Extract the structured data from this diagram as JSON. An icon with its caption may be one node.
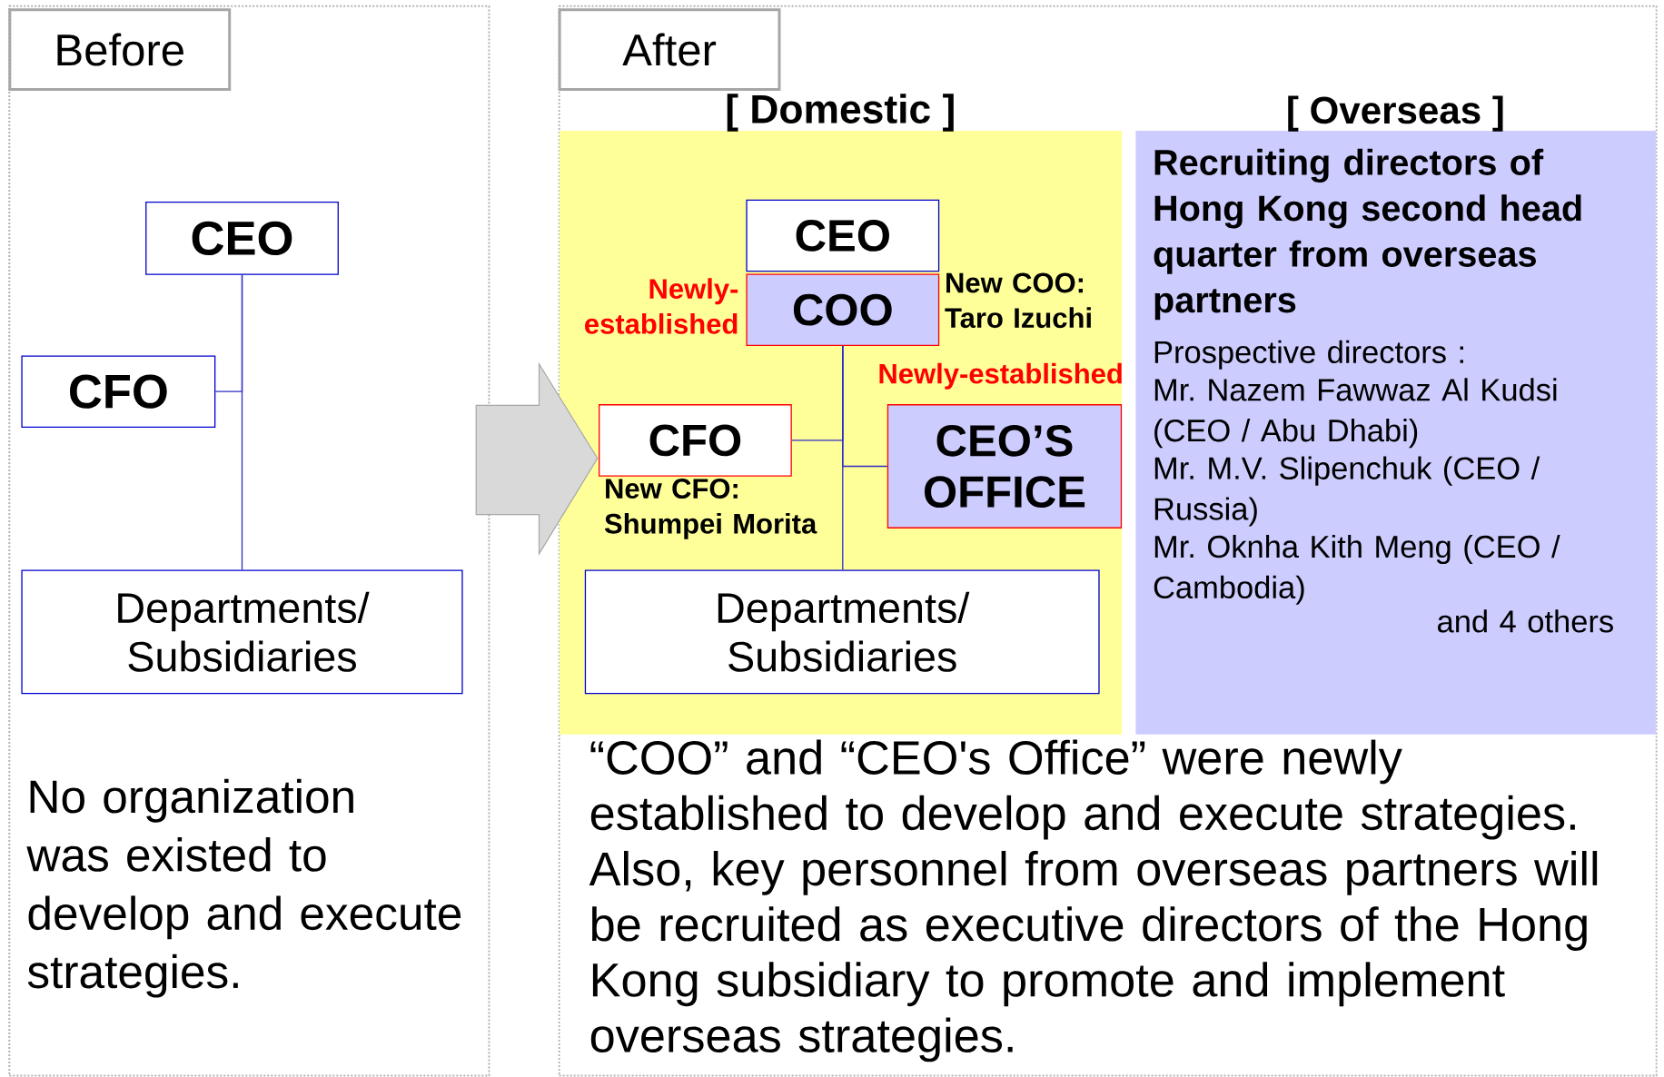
{
  "diagram": {
    "nodes": [
      {
        "text": [],
        "shape": "box"
      },
      {
        "text": [
          "Before"
        ],
        "in": 0
      },
      {
        "text": [
          "CEO"
        ],
        "in": 0
      },
      {
        "text": [
          "CFO"
        ],
        "in": 0
      },
      {
        "text": [
          "Departments/ Subsidiaries"
        ],
        "in": 0
      },
      {
        "text": [],
        "shape": "box"
      },
      {
        "text": [
          "After"
        ],
        "in": 5
      },
      {
        "text": [
          "[ Domestic ]"
        ],
        "in": 5
      },
      {
        "text": [
          "CEO"
        ],
        "in": 7
      },
      {
        "text": [
          "COO"
        ],
        "in": 7,
        "beside": [
          "Newly-established",
          "New COO: Taro Izuchi"
        ]
      },
      {
        "text": [
          "CFO"
        ],
        "in": 7,
        "beside": [
          "New CFO: Shumpei Morita"
        ]
      },
      {
        "text": [
          "CEO’S OFFICE"
        ],
        "in": 7,
        "beside": [
          "Newly-established"
        ]
      },
      {
        "text": [
          "Departments/ Subsidiaries"
        ],
        "in": 7
      },
      {
        "text": [
          "[ Overseas ]",
          "Recruiting directors of Hong Kong second head quarter from overseas partners",
          "Prospective directors :",
          "Mr. Nazem Fawwaz Al Kudsi (CEO / Abu Dhabi)",
          "Mr. M.V. Slipenchuk (CEO / Russia)",
          "Mr. Oknha Kith Meng (CEO / Cambodia)",
          "and 4 others"
        ],
        "in": 5
      }
    ],
    "edges": [
      {
        "from": 2,
        "to": 3,
        "arrow": "none"
      },
      {
        "from": 2,
        "to": 4,
        "arrow": "none"
      },
      {
        "from": 9,
        "to": 10,
        "arrow": "none"
      },
      {
        "from": 9,
        "to": 11,
        "arrow": "none"
      },
      {
        "from": 9,
        "to": 12,
        "arrow": "none"
      },
      {
        "from": 0,
        "to": 7,
        "arrow": "to",
        "style": "thick",
        "color": "#d9d9d9"
      }
    ],
    "labels": [
      "No organization was existed to develop and execute strategies.",
      "“COO” and “CEO's Office” were newly established to develop and execute strategies. Also, key personnel from overseas partners will be recruited as executive directors of the Hong Kong subsidiary to promote and implement overseas strategies."
    ]
  }
}
